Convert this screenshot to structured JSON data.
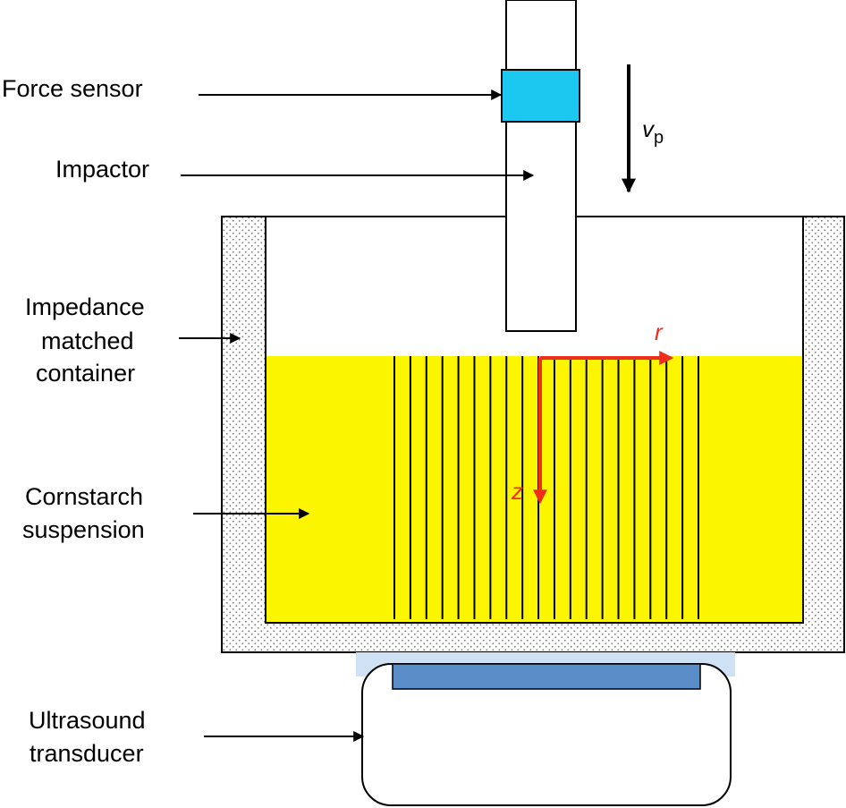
{
  "labels": {
    "force_sensor": "Force sensor",
    "impactor": "Impactor",
    "container": [
      "Impedance",
      "matched",
      "container"
    ],
    "suspension": [
      "Cornstarch",
      "suspension"
    ],
    "transducer": [
      "Ultrasound",
      "transducer"
    ]
  },
  "velocity": {
    "symbol": "v",
    "subscript": "p"
  },
  "axes": {
    "r": "r",
    "z": "z"
  },
  "colors": {
    "suspension": "#fbf500",
    "force_sensor": "#1cc7f0",
    "transducer_plate": "#5b8ec9",
    "transducer_gel": "#cfe2f3",
    "axis": "#ee2e1a",
    "wall_dots": "#7a7a7a",
    "stroke": "#000000"
  },
  "measurement_lines_count": 20
}
